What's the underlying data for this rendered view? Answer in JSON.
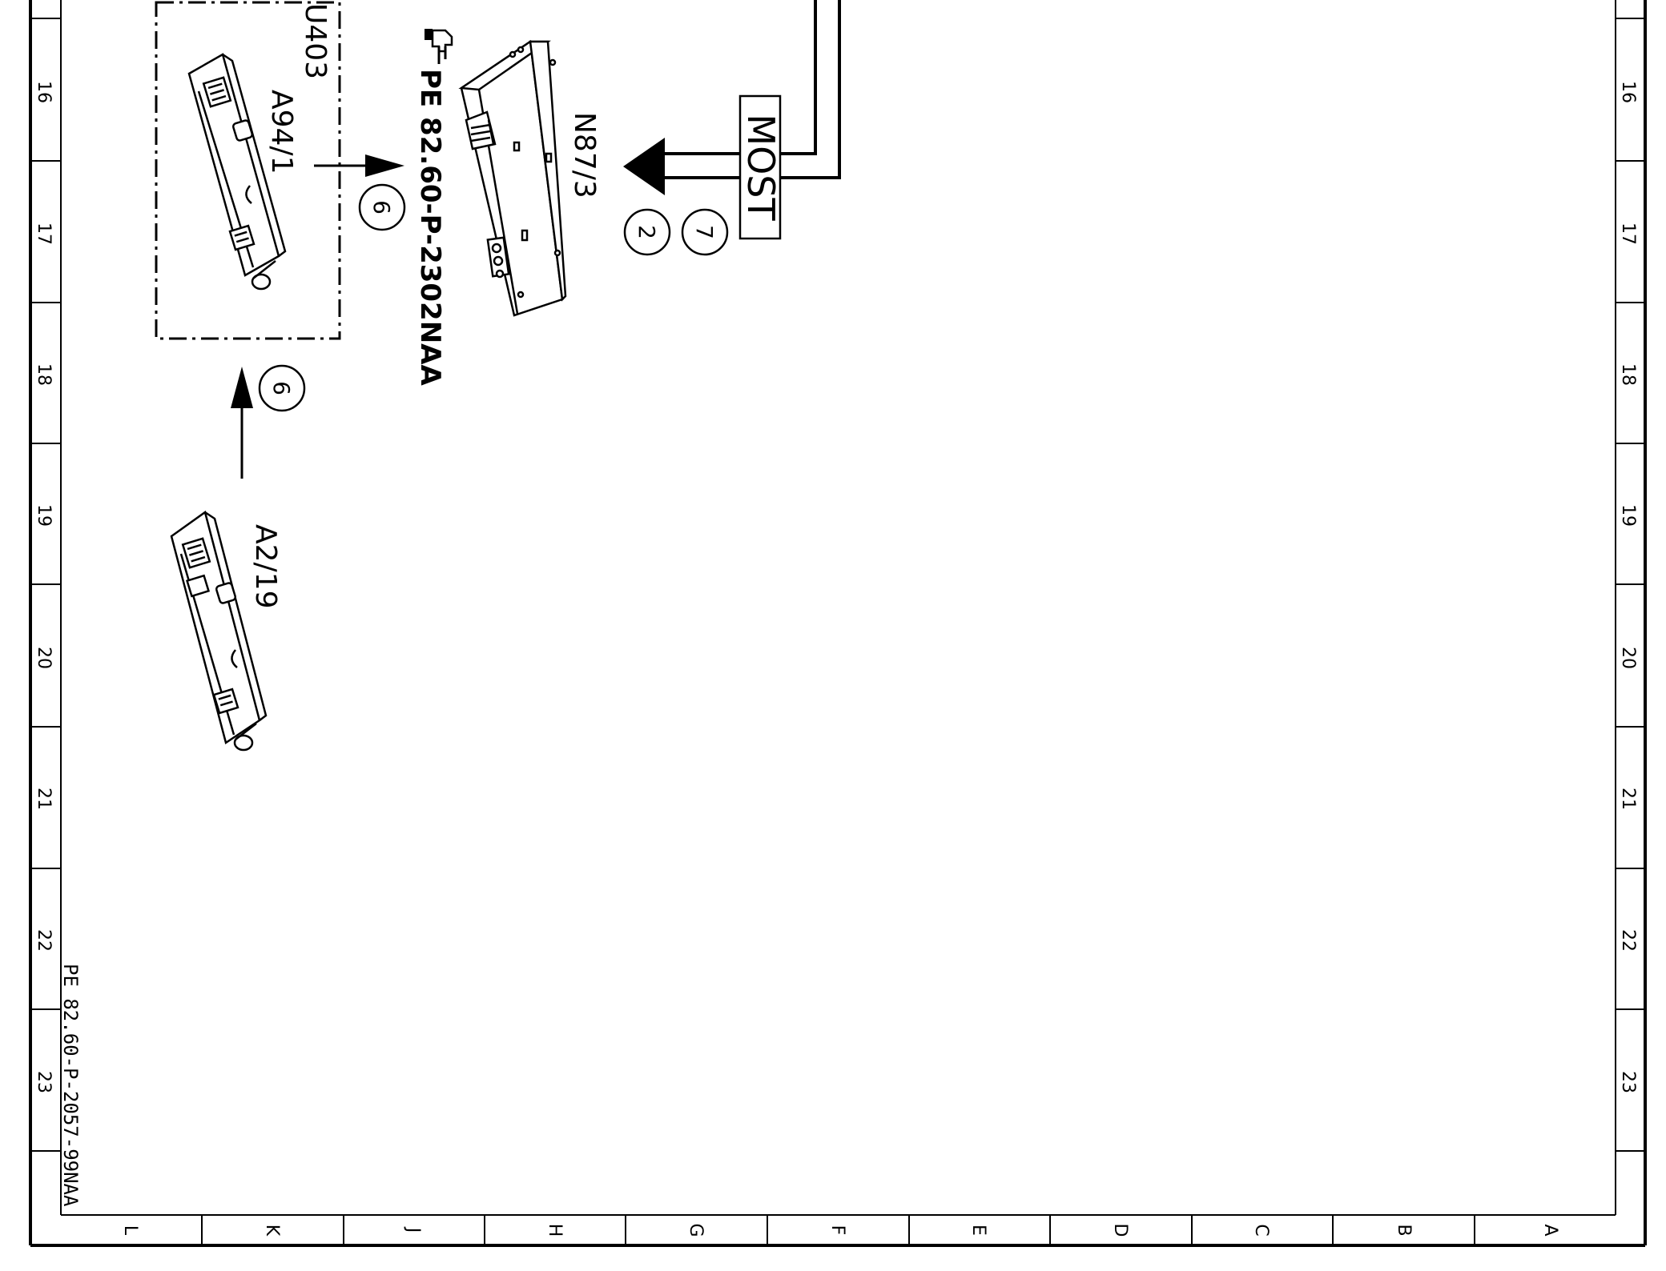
{
  "diagram": {
    "left_row_numbers": [
      "16",
      "17",
      "18",
      "19",
      "20",
      "21",
      "22",
      "23"
    ],
    "right_row_numbers": [
      "16",
      "17",
      "18",
      "19",
      "20",
      "21",
      "22",
      "23"
    ],
    "column_letters": [
      "L",
      "K",
      "J",
      "H",
      "G",
      "F",
      "E",
      "D",
      "C",
      "B",
      "A"
    ],
    "group_label": "U403",
    "components": {
      "top_module": "A94/1",
      "bottom_module": "A2/19",
      "control_unit": "N87/3"
    },
    "bus_label": "MOST",
    "reference": "PE 82.60-P-2302NAA",
    "document_id": "PE 82.60-P-2057-99NAA",
    "markers": {
      "arrow_to_unit": "6",
      "arrow_up": "6",
      "unit_left": "2",
      "unit_right": "7"
    },
    "colors": {
      "line": "#000000",
      "background": "#ffffff"
    }
  }
}
